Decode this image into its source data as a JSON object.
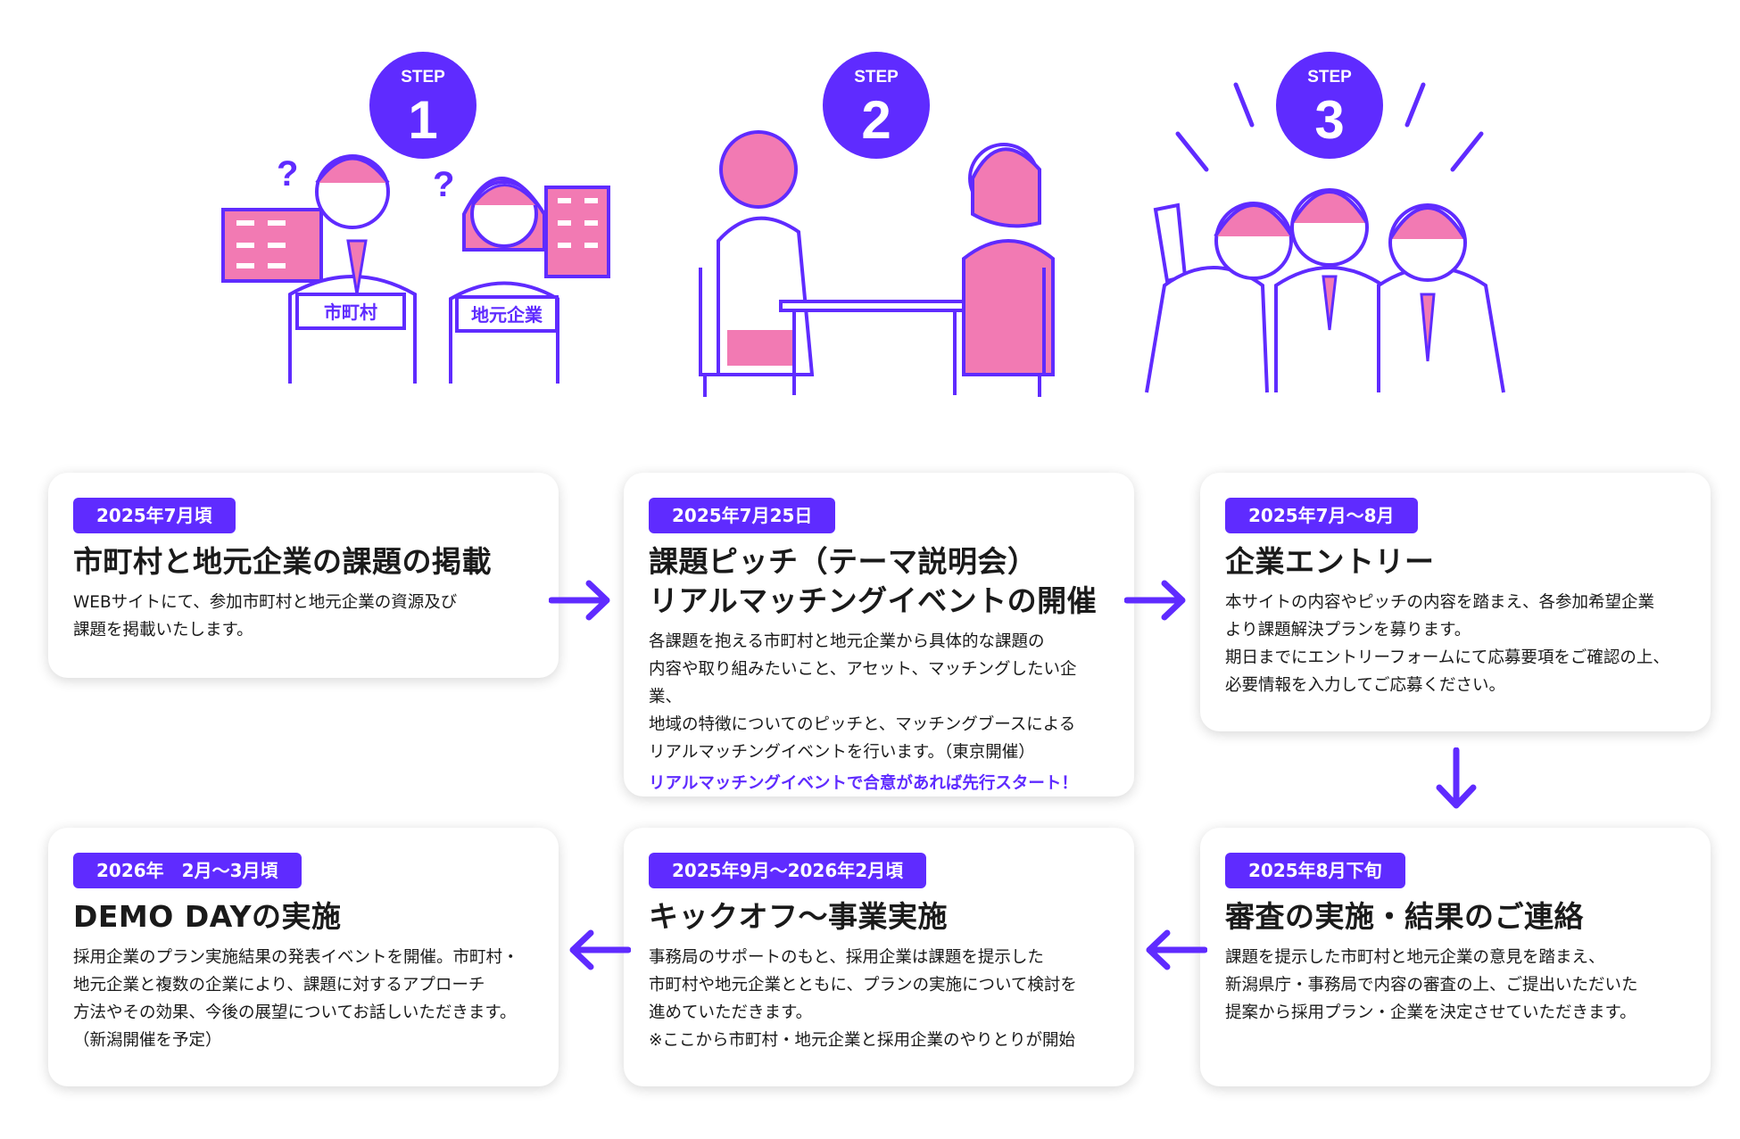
{
  "colors": {
    "accent": "#5f2bff",
    "pink": "#f27ab3",
    "card_shadow": "#d8d8d8"
  },
  "steps": [
    {
      "label": "STEP",
      "number": "1",
      "tags": [
        "市町村",
        "地元企業"
      ]
    },
    {
      "label": "STEP",
      "number": "2"
    },
    {
      "label": "STEP",
      "number": "3"
    }
  ],
  "cards": [
    {
      "date": "2025年7月頃",
      "title": "市町村と地元企業の課題の掲載",
      "desc": "WEBサイトにて、参加市町村と地元企業の資源及び\n課題を掲載いたします。"
    },
    {
      "date": "2025年7月25日",
      "title": "課題ピッチ（テーマ説明会）\nリアルマッチングイベントの開催",
      "desc": "各課題を抱える市町村と地元企業から具体的な課題の\n内容や取り組みたいこと、アセット、マッチングしたい企業、\n地域の特徴についてのピッチと、マッチングブースによる\nリアルマッチングイベントを行います。（東京開催）",
      "note": "リアルマッチングイベントで合意があれば先行スタート！"
    },
    {
      "date": "2025年7月〜8月",
      "title": "企業エントリー",
      "desc": "本サイトの内容やピッチの内容を踏まえ、各参加希望企業\nより課題解決プランを募ります。\n期日までにエントリーフォームにて応募要項をご確認の上、\n必要情報を入力してご応募ください。"
    },
    {
      "date": "2025年8月下旬",
      "title": "審査の実施・結果のご連絡",
      "desc": "課題を提示した市町村と地元企業の意見を踏まえ、\n新潟県庁・事務局で内容の審査の上、ご提出いただいた\n提案から採用プラン・企業を決定させていただきます。"
    },
    {
      "date": "2025年9月〜2026年2月頃",
      "title": "キックオフ〜事業実施",
      "desc": "事務局のサポートのもと、採用企業は課題を提示した\n市町村や地元企業とともに、プランの実施について検討を\n進めていただきます。\n※ここから市町村・地元企業と採用企業のやりとりが開始"
    },
    {
      "date": "2026年　2月〜3月頃",
      "title": "DEMO DAYの実施",
      "desc": "採用企業のプラン実施結果の発表イベントを開催。市町村・\n地元企業と複数の企業により、課題に対するアプローチ\n方法やその効果、今後の展望についてお話しいただきます。\n（新潟開催を予定）"
    }
  ],
  "icons": {
    "arrow_right": "arrow-right-icon",
    "arrow_down": "arrow-down-icon",
    "arrow_left": "arrow-left-icon"
  }
}
